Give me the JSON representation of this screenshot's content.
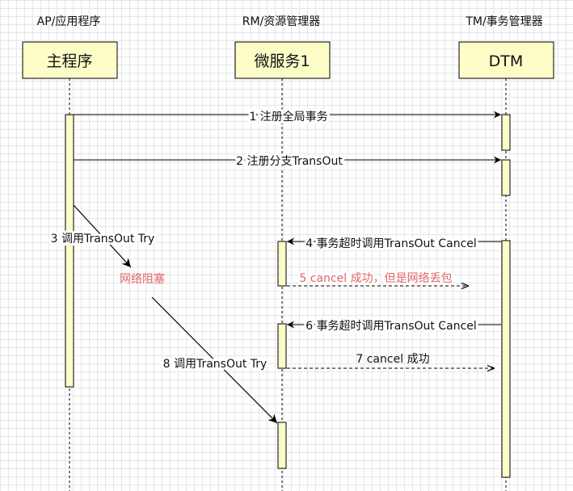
{
  "colors": {
    "box_fill": "#fdfdc8",
    "box_stroke": "#000000",
    "activation_fill": "#fdfdc8",
    "highlight_text": "#e06666",
    "line": "#000000"
  },
  "participants": [
    {
      "id": "ap",
      "role": "AP/应用程序",
      "name": "主程序"
    },
    {
      "id": "rm",
      "role": "RM/资源管理器",
      "name": "微服务1"
    },
    {
      "id": "tm",
      "role": "TM/事务管理器",
      "name": "DTM"
    }
  ],
  "messages": [
    {
      "id": "m1",
      "label": "1 注册全局事务"
    },
    {
      "id": "m2",
      "label": "2 注册分支TransOut"
    },
    {
      "id": "m3",
      "label": "3 调用TransOut Try"
    },
    {
      "id": "m3note",
      "label": "网络阻塞"
    },
    {
      "id": "m4",
      "label": "4 事务超时调用TransOut Cancel"
    },
    {
      "id": "m5",
      "label": "5 cancel 成功，但是网络丢包"
    },
    {
      "id": "m6",
      "label": "6 事务超时调用TransOut Cancel"
    },
    {
      "id": "m7",
      "label": "7 cancel 成功"
    },
    {
      "id": "m8",
      "label": "8 调用TransOut Try"
    }
  ]
}
